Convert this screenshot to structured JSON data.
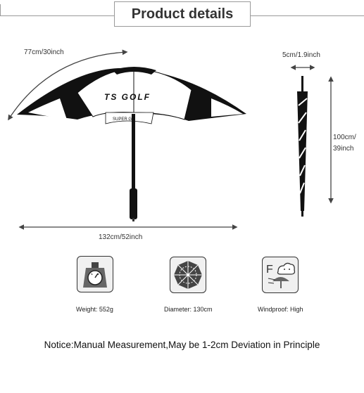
{
  "header": {
    "title": "Product details"
  },
  "dimensions": {
    "canopy_arc": "77cm/30inch",
    "open_width": "132cm/52inch",
    "closed_diameter": "5cm/1.9inch",
    "closed_length_line1": "100cm/",
    "closed_length_line2": "39inch"
  },
  "umbrella": {
    "brand_text": "TS GOLF",
    "panel_text": "SUPER GT"
  },
  "specs": {
    "weight": "Weight: 552g",
    "diameter": "Diameter: 130cm",
    "windproof": "Windproof: High"
  },
  "icons": {
    "weight": "scale-icon",
    "diameter": "open-umbrella-top-icon",
    "windproof": "wind-cloud-icon",
    "wind_letter": "F"
  },
  "notice": "Notice:Manual Measurement,May be 1-2cm Deviation in Principle",
  "colors": {
    "canopy_dark": "#111111",
    "canopy_light": "#ffffff",
    "line": "#9a9a9a"
  }
}
